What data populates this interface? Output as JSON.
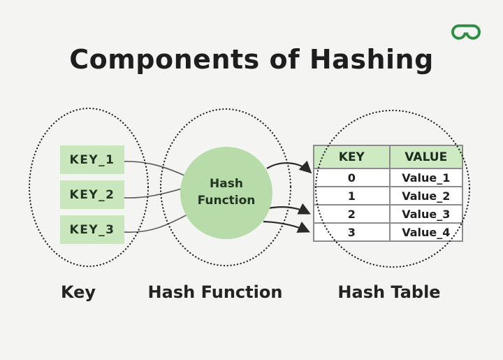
{
  "header": {
    "title": "Components of Hashing",
    "logo_icon": "geeksforgeeks-logo"
  },
  "diagram": {
    "keys": [
      {
        "label": "KEY_1"
      },
      {
        "label": "KEY_2"
      },
      {
        "label": "KEY_3"
      }
    ],
    "hash_function": {
      "lines": [
        "Hash",
        "Function"
      ]
    },
    "table": {
      "headers": [
        "KEY",
        "VALUE"
      ],
      "rows": [
        {
          "key": "0",
          "value": "Value_1"
        },
        {
          "key": "1",
          "value": "Value_2"
        },
        {
          "key": "2",
          "value": "Value_3"
        },
        {
          "key": "3",
          "value": "Value_4"
        }
      ]
    },
    "captions": {
      "key": "Key",
      "hash_function": "Hash Function",
      "hash_table": "Hash Table"
    }
  },
  "colors": {
    "background": "#f4f5f2",
    "title": "#1e1e1e",
    "box_green": "#c9e6bd",
    "circle_green": "#b7dcaa",
    "header_green": "#cdeac3",
    "table_border": "#8b8b8b",
    "dot_color": "#1f1f1f",
    "line_color": "#5f5f5f",
    "arrow_color": "#2a2a2a",
    "brand_green": "#2f8d46",
    "text_dark": "#233422"
  }
}
